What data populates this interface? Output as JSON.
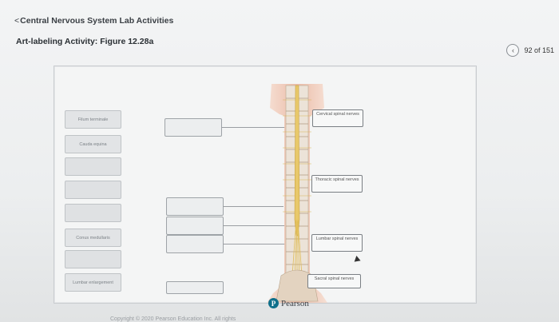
{
  "header": {
    "back_link": "Central Nervous System Lab Activities",
    "activity_title": "Art-labeling Activity: Figure 12.28a",
    "pager": "92 of 151"
  },
  "label_bank": [
    "Filum terminale",
    "Cauda equina",
    "",
    "",
    "",
    "Conus medullaris",
    "",
    "Lumbar enlargement"
  ],
  "callouts": {
    "cervical": "Cervical spinal nerves",
    "thoracic": "Thoracic spinal nerves",
    "lumbar": "Lumbar spinal nerves",
    "sacral": "Sacral spinal nerves"
  },
  "brand": {
    "logo_letter": "P",
    "name": "Pearson"
  },
  "footer": {
    "copyright": "Copyright © 2020 Pearson Education Inc. All rights"
  },
  "colors": {
    "nerve": "#e8c86a",
    "skin": "#f2c9b5",
    "bone": "#d8c8b4",
    "pearson_blue": "#0f6f8a"
  },
  "icons": {
    "prev": "chevron-left-icon"
  }
}
